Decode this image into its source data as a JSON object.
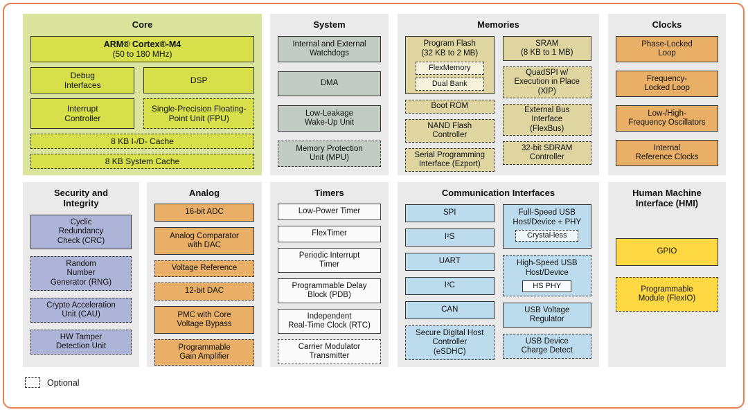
{
  "legend": {
    "label": "Optional"
  },
  "colors": {
    "frame_border": "#e87e4d",
    "core_bg": "#dbe49c",
    "core_block": "#d7e04a",
    "section_bg": "#e9eae9",
    "system_block": "#c2ccc4",
    "memory_block": "#dfd5a1",
    "memory_inner": "#f6f1db",
    "clock_block": "#e9af66",
    "security_block": "#aeb4d8",
    "timer_block": "#fafafa",
    "comm_block": "#bcdcee",
    "comm_inner": "#eff7fb",
    "comm_phy": "#f7fbfd",
    "hmi_block": "#fed843",
    "block_border": "#333333"
  },
  "sections": {
    "core": {
      "title": "Core",
      "arm_line1": "ARM® Cortex®-M4",
      "arm_line2": "(50 to 180 MHz)",
      "debug": "Debug\nInterfaces",
      "dsp": "DSP",
      "interrupt": "Interrupt\nController",
      "fpu": "Single-Precision Floating-\nPoint Unit (FPU)",
      "id_cache": "8 KB I-/D- Cache",
      "system_cache": "8 KB System Cache"
    },
    "system": {
      "title": "System",
      "watchdogs": "Internal and External\nWatchdogs",
      "dma": "DMA",
      "llwu": "Low-Leakage\nWake-Up Unit",
      "mpu": "Memory Protection\nUnit (MPU)"
    },
    "memories": {
      "title": "Memories",
      "program_flash": "Program Flash\n(32 KB to 2 MB)",
      "flexmemory": "FlexMemory",
      "dual_bank": "Dual Bank",
      "boot_rom": "Boot ROM",
      "nand": "NAND Flash\nController",
      "ezport": "Serial Programming\nInterface (Ezport)",
      "sram": "SRAM\n(8 KB to 1 MB)",
      "quadspi": "QuadSPI w/\nExecution in Place\n(XIP)",
      "flexbus": "External Bus\nInterface\n(FlexBus)",
      "sdram": "32-bit SDRAM\nController"
    },
    "clocks": {
      "title": "Clocks",
      "pll": "Phase-Locked\nLoop",
      "fll": "Frequency-\nLocked Loop",
      "osc": "Low-/High-\nFrequency Oscillators",
      "irc": "Internal\nReference Clocks"
    },
    "security": {
      "title": "Security and\nIntegrity",
      "crc": "Cyclic\nRedundancy\nCheck (CRC)",
      "rng": "Random\nNumber\nGenerator (RNG)",
      "cau": "Crypto Acceleration\nUnit (CAU)",
      "tamper": "HW Tamper\nDetection Unit"
    },
    "analog": {
      "title": "Analog",
      "adc": "16-bit ADC",
      "cmp": "Analog Comparator\nwith DAC",
      "vref": "Voltage Reference",
      "dac": "12-bit DAC",
      "pmc": "PMC with Core\nVoltage Bypass",
      "pga": "Programmable\nGain Amplifier"
    },
    "timers": {
      "title": "Timers",
      "lptimer": "Low-Power Timer",
      "flextimer": "FlexTimer",
      "pit": "Periodic Interrupt\nTimer",
      "pdb": "Programmable Delay\nBlock (PDB)",
      "rtc": "Independent\nReal-Time Clock (RTC)",
      "cmt": "Carrier Modulator\nTransmitter"
    },
    "comm": {
      "title": "Communication Interfaces",
      "spi": "SPI",
      "i2s": "I²S",
      "uart": "UART",
      "i2c": "I²C",
      "can": "CAN",
      "esdhc": "Secure Digital Host\nController\n(eSDHC)",
      "fs_usb": "Full-Speed USB\nHost/Device + PHY",
      "crystal_less": "Crystal-less",
      "hs_usb": "High-Speed USB\nHost/Device",
      "hs_phy": "HS PHY",
      "usb_vreg": "USB Voltage\nRegulator",
      "usb_charge": "USB Device\nCharge Detect"
    },
    "hmi": {
      "title": "Human Machine\nInterface (HMI)",
      "gpio": "GPIO",
      "flexio": "Programmable\nModule (FlexIO)"
    }
  }
}
